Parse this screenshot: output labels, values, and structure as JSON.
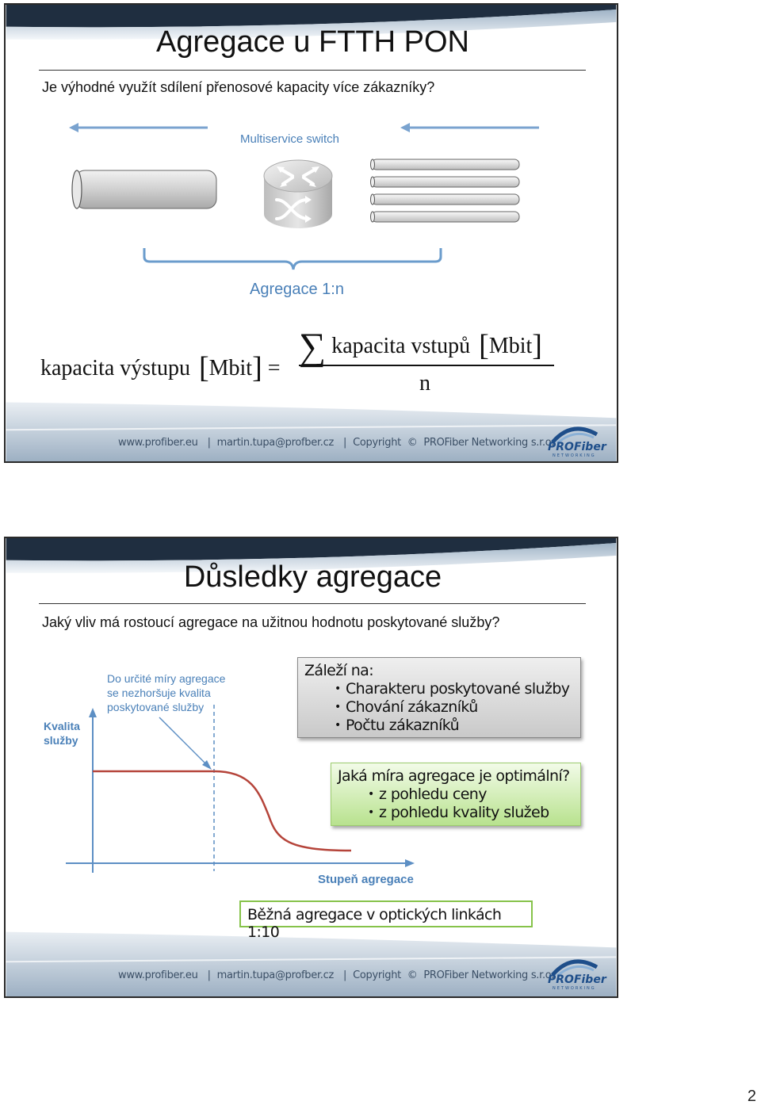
{
  "slide1": {
    "title": "Agregace u FTTH PON",
    "subtitle": "Je výhodné využít sdílení přenosové kapacity více zákazníky?",
    "switch_label": "Multiservice  switch",
    "aggregation_label": "Agregace 1:n",
    "formula": {
      "lhs_text": "kapacita výstupu",
      "lhs_unit": "Mbit",
      "equals": "=",
      "sum_symbol": "∑",
      "numerator_text": "kapacita vstupů",
      "numerator_unit": "Mbit",
      "denominator": "n"
    }
  },
  "slide2": {
    "title": "Důsledky agregace",
    "subtitle": "Jaký vliv má rostoucí agregace na užitnou hodnotu poskytované služby?",
    "y_axis_label_line1": "Kvalita",
    "y_axis_label_line2": "služby",
    "x_axis_label": "Stupeň agregace",
    "annotation_lines": [
      "Do určité míry agregace",
      "se nezhoršuje kvalita",
      "poskytované služby"
    ],
    "depends_box": {
      "heading": "Záleží na:",
      "items": [
        "Charakteru poskytované služby",
        "Chování zákazníků",
        "Počtu zákazníků"
      ]
    },
    "optimal_box": {
      "heading": "Jaká míra agregace je optimální?",
      "items": [
        "z pohledu ceny",
        "z pohledu kvality služeb"
      ]
    },
    "common_box": "Běžná agregace v optických linkách 1:10"
  },
  "footer": {
    "website": "www.profiber.eu",
    "email": "martin.tupa@profber.cz",
    "copyright": "Copyright",
    "copyright_symbol": "©",
    "company": "PROFiber Networking s.r.o."
  },
  "logo": {
    "text": "PROFiber",
    "subtext": "NETWORKING"
  },
  "page_number": "2",
  "colors": {
    "accent_blue": "#4a80b8",
    "dark_blue": "#1e4e8a",
    "curve_red": "#b5443a",
    "depends_box_bg": "#d6d6d6",
    "optimal_box_bg": "#c8eaa6",
    "common_box_border": "#86c34a"
  }
}
